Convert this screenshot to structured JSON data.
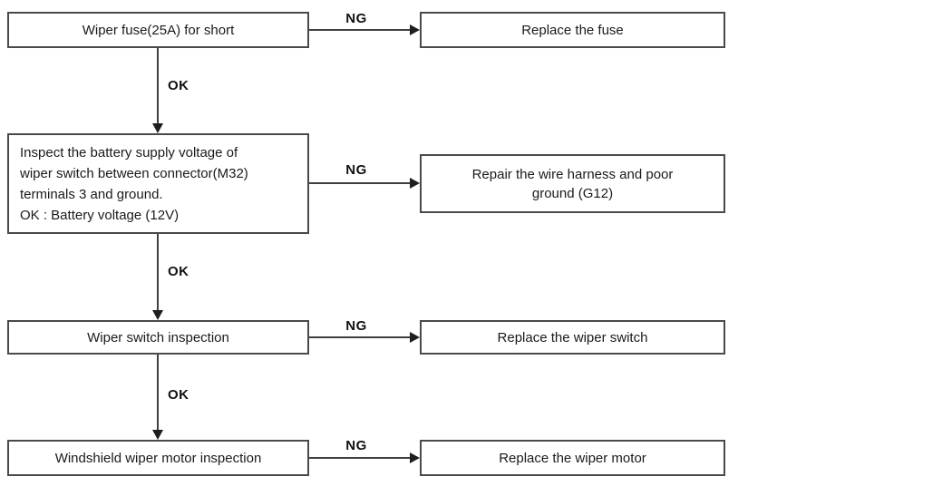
{
  "flowchart": {
    "description": "Windshield wiper troubleshooting flowchart",
    "labels": {
      "ok": "OK",
      "ng": "NG"
    },
    "steps": [
      {
        "check": "Wiper fuse(25A) for short",
        "ng_result": "Replace the fuse"
      },
      {
        "check": "Inspect the battery supply voltage of\nwiper switch between connector(M32)\nterminals 3 and ground.\nOK : Battery voltage (12V)",
        "ng_result": "Repair the wire harness and poor\nground (G12)"
      },
      {
        "check": "Wiper switch inspection",
        "ng_result": "Replace the wiper switch"
      },
      {
        "check": "Windshield wiper motor inspection",
        "ng_result": "Replace the wiper motor"
      }
    ],
    "colors": {
      "background": "#ffffff",
      "box_border": "#4a4a4a",
      "line": "#3f3f3f",
      "text": "#1a1a1a"
    }
  }
}
